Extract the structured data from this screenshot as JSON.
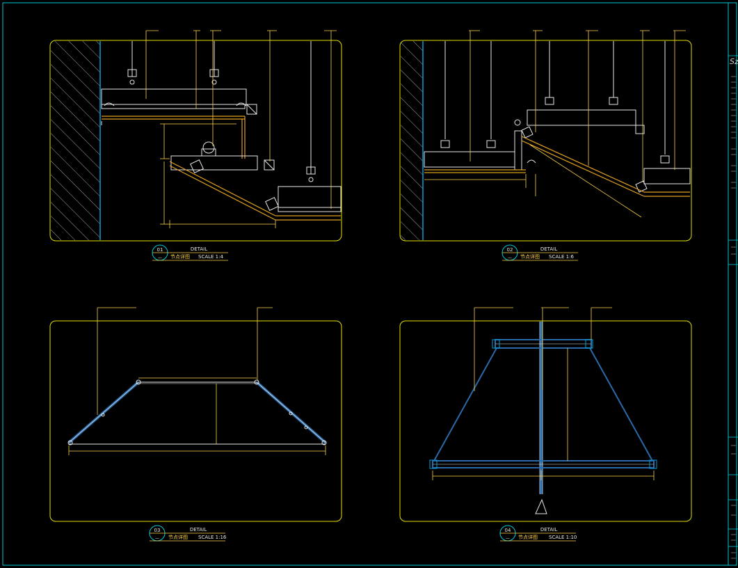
{
  "colors": {
    "background": "#000000",
    "frame": "#00c8d8",
    "panel_border": "#e8e000",
    "yellow": "#ffd24a",
    "orange": "#e0a020",
    "white": "#e8e8e8",
    "blue": "#2a6aa8",
    "cyan": "#00a0e0"
  },
  "details": [
    {
      "number": "01",
      "title": "DETAIL",
      "name_cn": "节点详图",
      "scale": "SCALE 1:4"
    },
    {
      "number": "02",
      "title": "DETAIL",
      "name_cn": "节点详图",
      "scale": "SCALE 1:6"
    },
    {
      "number": "03",
      "title": "DETAIL",
      "name_cn": "节点详图",
      "scale": "SCALE 1:16"
    },
    {
      "number": "04",
      "title": "DETAIL",
      "name_cn": "节点详图",
      "scale": "SCALE 1:10"
    }
  ],
  "section_mark": "—",
  "title_block": {
    "logo_text": "Sz"
  }
}
